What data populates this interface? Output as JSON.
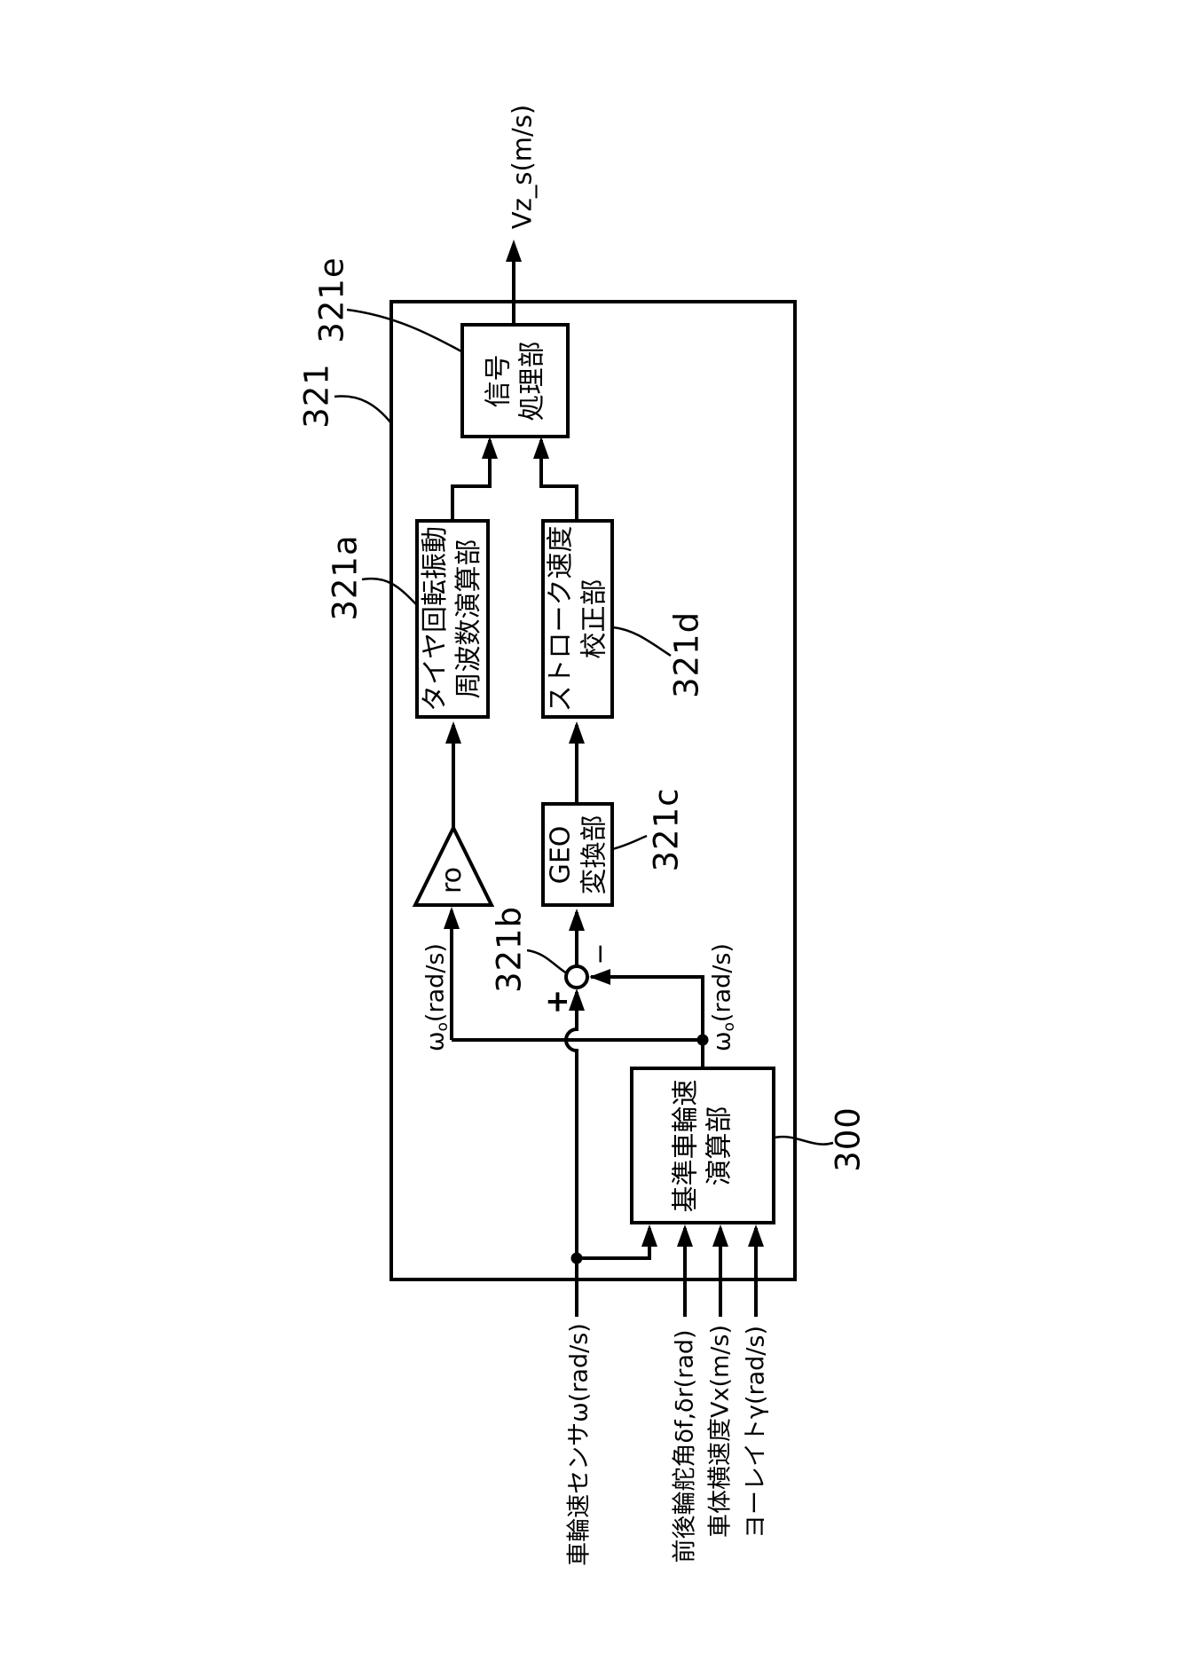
{
  "figure": {
    "output_label": "Vz_s(m/s)",
    "refs": {
      "outer": "321",
      "signal": "321e",
      "tire": "321a",
      "summing": "321b",
      "geo": "321c",
      "stroke": "321d",
      "ref_wheel": "300"
    },
    "blocks": {
      "signal": {
        "line1": "信号",
        "line2": "処理部"
      },
      "tire": {
        "line1": "タイヤ回転振動",
        "line2": "周波数演算部"
      },
      "stroke": {
        "line1": "ストローク速度",
        "line2": "校正部"
      },
      "geo": {
        "line1": "GEO",
        "line2": "変換部"
      },
      "ref_wheel": {
        "line1": "基準車輪速",
        "line2": "演算部"
      }
    },
    "gain_label": "ro",
    "summing": {
      "plus": "+",
      "minus": "−"
    },
    "signals": {
      "omega": "ω",
      "omega_sub": "o",
      "omega_unit": "(rad/s)"
    },
    "inputs": [
      "車輪速センサω(rad/s)",
      "前後輪舵角δf,δr(rad)",
      "車体横速度Vx(m/s)",
      "ヨーレイトγ(rad/s)"
    ]
  }
}
